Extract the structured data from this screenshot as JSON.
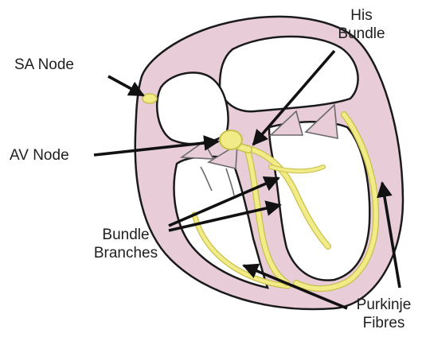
{
  "labels": {
    "sa_node": "SA Node",
    "av_node": "AV Node",
    "his_bundle": [
      "His",
      "Bundle"
    ],
    "bundle_branches": [
      "Bundle",
      "Branches"
    ],
    "purkinje_fibres": [
      "Purkinje",
      "Fibres"
    ]
  },
  "colors": {
    "myocardium": "#e8cdd9",
    "chamber": "#ffffff",
    "outline": "#1a1a1a",
    "conduction": "#f2ec88",
    "conduction_edge": "#c8c04a",
    "arrow": "#111111",
    "text": "#1f1f1f"
  }
}
